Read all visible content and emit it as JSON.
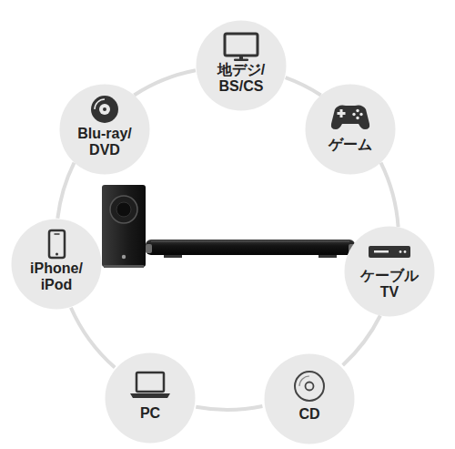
{
  "diagram": {
    "nodes": [
      {
        "text": [
          "地デジ/ BS/CS"
        ]
      },
      {
        "text": [
          "ゲーム"
        ]
      },
      {
        "text": [
          "ケーブル TV"
        ]
      },
      {
        "text": [
          "CD"
        ]
      },
      {
        "text": [
          "PC"
        ]
      },
      {
        "text": [
          "iPhone/ iPod"
        ]
      },
      {
        "text": [
          "Blu-ray/ DVD"
        ]
      }
    ],
    "edges": [
      {
        "from": 0,
        "to": 1,
        "arrow": "none"
      },
      {
        "from": 1,
        "to": 2,
        "arrow": "none"
      },
      {
        "from": 2,
        "to": 3,
        "arrow": "none"
      },
      {
        "from": 3,
        "to": 4,
        "arrow": "none"
      },
      {
        "from": 4,
        "to": 5,
        "arrow": "none"
      },
      {
        "from": 5,
        "to": 6,
        "arrow": "none"
      },
      {
        "from": 6,
        "to": 0,
        "arrow": "none"
      }
    ]
  }
}
